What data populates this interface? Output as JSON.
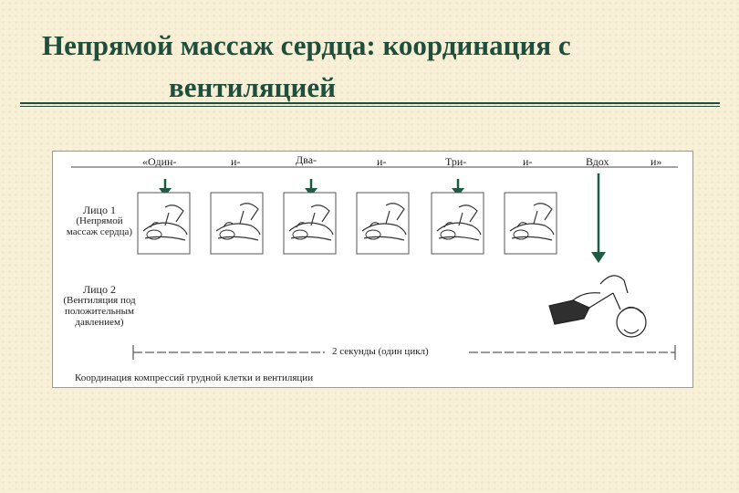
{
  "slide": {
    "title_line1": "Непрямой массаж сердца: координация с",
    "title_line2": "вентиляцией"
  },
  "diagram": {
    "count_words": [
      "«Один-",
      "и-",
      "Два-",
      "и-",
      "Три-",
      "и-",
      "Вдох",
      "и»"
    ],
    "person1_title": "Лицо 1",
    "person1_note_line1": "(Непрямой",
    "person1_note_line2": "массаж сердца)",
    "person2_title": "Лицо 2",
    "person2_note_line1": "(Вентиляция под",
    "person2_note_line2": "положительным",
    "person2_note_line3": "давлением)",
    "timeline_label": "2 секунды (один цикл)",
    "caption": "Координация компрессий грудной клетки и вентиляции",
    "accent_color": "#1f4e3c",
    "arrow_color": "#1f5a42"
  }
}
